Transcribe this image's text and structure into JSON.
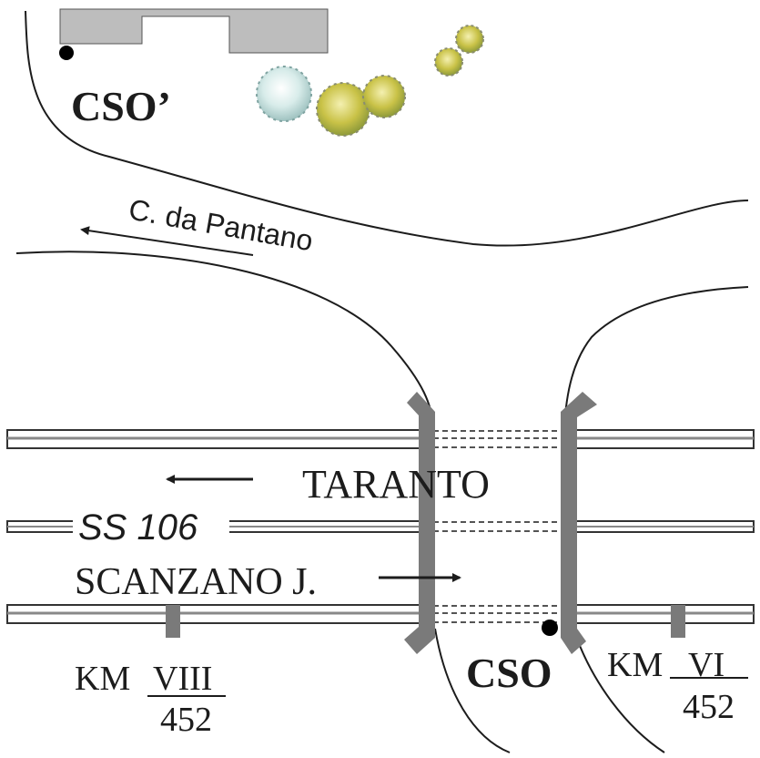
{
  "road_name": "C. da Pantano",
  "highway": {
    "name": "SS 106",
    "direction_west": "TARANTO",
    "direction_east": "SCANZANO J."
  },
  "site_labels": {
    "north": "CSO’",
    "south": "CSO"
  },
  "km_markers": [
    {
      "km": "KM",
      "roman": "VIII",
      "number": "452"
    },
    {
      "km": "KM",
      "roman": "VI",
      "number": "452"
    }
  ],
  "colors": {
    "line": "#1c1c1c",
    "road_border": "#333333",
    "road_fill": "#ffffff",
    "road_mid": "#888888",
    "building": "#bdbdbd",
    "overpass": "#7a7a7a",
    "tree_light": "#dfeeee",
    "tree_dark": "#c9c247",
    "tree_spike": "#8a8d70"
  },
  "icons": [
    "building-icon",
    "tree-icon",
    "marker-dot-icon",
    "arrow-left-icon",
    "arrow-right-icon"
  ]
}
